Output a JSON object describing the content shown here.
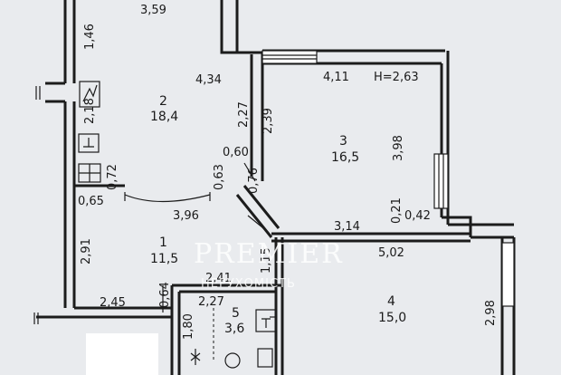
{
  "height_label": "H=2,63",
  "rooms": {
    "r1": {
      "number": "1",
      "area": "11,5"
    },
    "r2": {
      "number": "2",
      "area": "18,4"
    },
    "r3": {
      "number": "3",
      "area": "16,5"
    },
    "r4": {
      "number": "4",
      "area": "15,0"
    },
    "r5": {
      "number": "5",
      "area": "3,6"
    }
  },
  "dims": {
    "d359": "3,59",
    "d146": "1,46",
    "d434": "4,34",
    "d218": "2,18",
    "d227a": "2,27",
    "d239": "2,39",
    "d411": "4,11",
    "d398": "3,98",
    "d072": "0,72",
    "d060": "0,60",
    "d063": "0,63",
    "d076": "0,76",
    "d065": "0,65",
    "d396": "3,96",
    "d314": "3,14",
    "d021": "0,21",
    "d042": "0,42",
    "d502": "5,02",
    "d291": "2,91",
    "d241": "2,41",
    "d115": "1,15",
    "d064": "0,64",
    "d227b": "2,27",
    "d245": "2,45",
    "d180": "1,80",
    "d298": "2,98"
  },
  "watermark": {
    "brand": "PREMIER",
    "sub": "НЕРУХОМІСТЬ"
  }
}
